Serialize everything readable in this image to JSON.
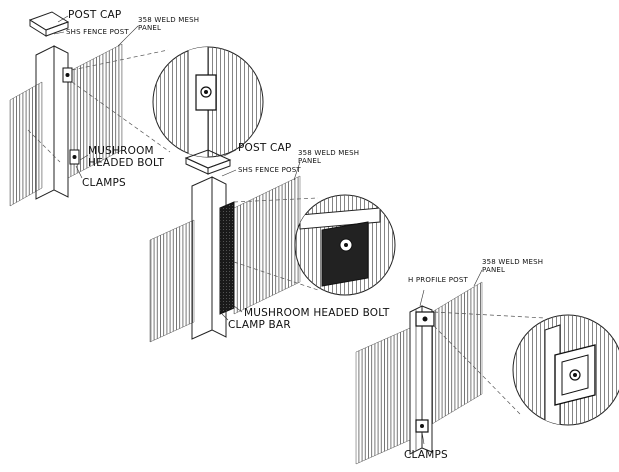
{
  "assemblies": [
    {
      "id": "top-left",
      "labels": {
        "post_cap": "POST CAP",
        "post": "SHS FENCE POST",
        "panel_line1": "358 WELD MESH",
        "panel_line2": "PANEL",
        "bolt_line1": "MUSHROOM",
        "bolt_line2": "HEADED BOLT",
        "clamps": "CLAMPS"
      }
    },
    {
      "id": "middle",
      "labels": {
        "post_cap": "POST CAP",
        "post": "SHS FENCE POST",
        "panel_line1": "358 WELD MESH",
        "panel_line2": "PANEL",
        "bolt": "MUSHROOM HEADED BOLT",
        "clamp_bar": "CLAMP BAR"
      }
    },
    {
      "id": "bottom-right",
      "labels": {
        "post": "H PROFILE POST",
        "panel_line1": "358 WELD MESH",
        "panel_line2": "PANEL",
        "clamps": "CLAMPS"
      }
    }
  ]
}
